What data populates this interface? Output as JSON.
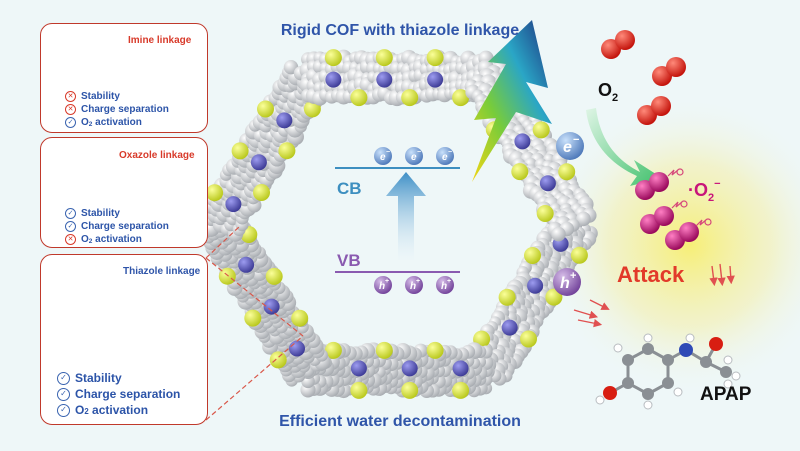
{
  "headline_top": "Rigid COF with thiazole linkage",
  "headline_bottom": "Efficient water decontamination",
  "panels": {
    "imine": {
      "title": "Imine linkage",
      "items": [
        {
          "mark": "bad",
          "label": "Stability"
        },
        {
          "mark": "bad",
          "label": "Charge separation"
        },
        {
          "mark": "good",
          "label": "O",
          "sub": "2",
          "rest": " activation"
        }
      ]
    },
    "oxazole": {
      "title": "Oxazole linkage",
      "items": [
        {
          "mark": "good",
          "label": "Stability"
        },
        {
          "mark": "good",
          "label": "Charge separation"
        },
        {
          "mark": "bad",
          "label": "O",
          "sub": "2",
          "rest": " activation"
        }
      ]
    },
    "thiazole": {
      "title": "Thiazole linkage",
      "items": [
        {
          "mark": "good",
          "label": "Stability"
        },
        {
          "mark": "good",
          "label": "Charge separation"
        },
        {
          "mark": "good",
          "label": "O",
          "sub": "2",
          "rest": " activation"
        }
      ]
    }
  },
  "structure_atoms": {
    "oxygen": "O",
    "sulfur": "S",
    "nitrogen": "N"
  },
  "band": {
    "cb_label": "CB",
    "vb_label": "VB",
    "electron_symbol": "e",
    "electron_charge": "−",
    "hole_symbol": "h",
    "hole_charge": "+"
  },
  "oxygen": {
    "label_main": "O",
    "label_sub": "2"
  },
  "superoxide": {
    "dot": "·O",
    "sub": "2",
    "charge": "−"
  },
  "attack_label": "Attack",
  "apap_label": "APAP",
  "colors": {
    "panel_border": "#c0392b",
    "title_blue": "#2f55a9",
    "cb_blue": "#3d8fc0",
    "vb_purple": "#8a5ab0",
    "attack_red": "#e23a2a",
    "superoxide_magenta": "#c8157a",
    "cof_yellow": "#d7e62a",
    "cof_blue": "#5a58b8"
  }
}
